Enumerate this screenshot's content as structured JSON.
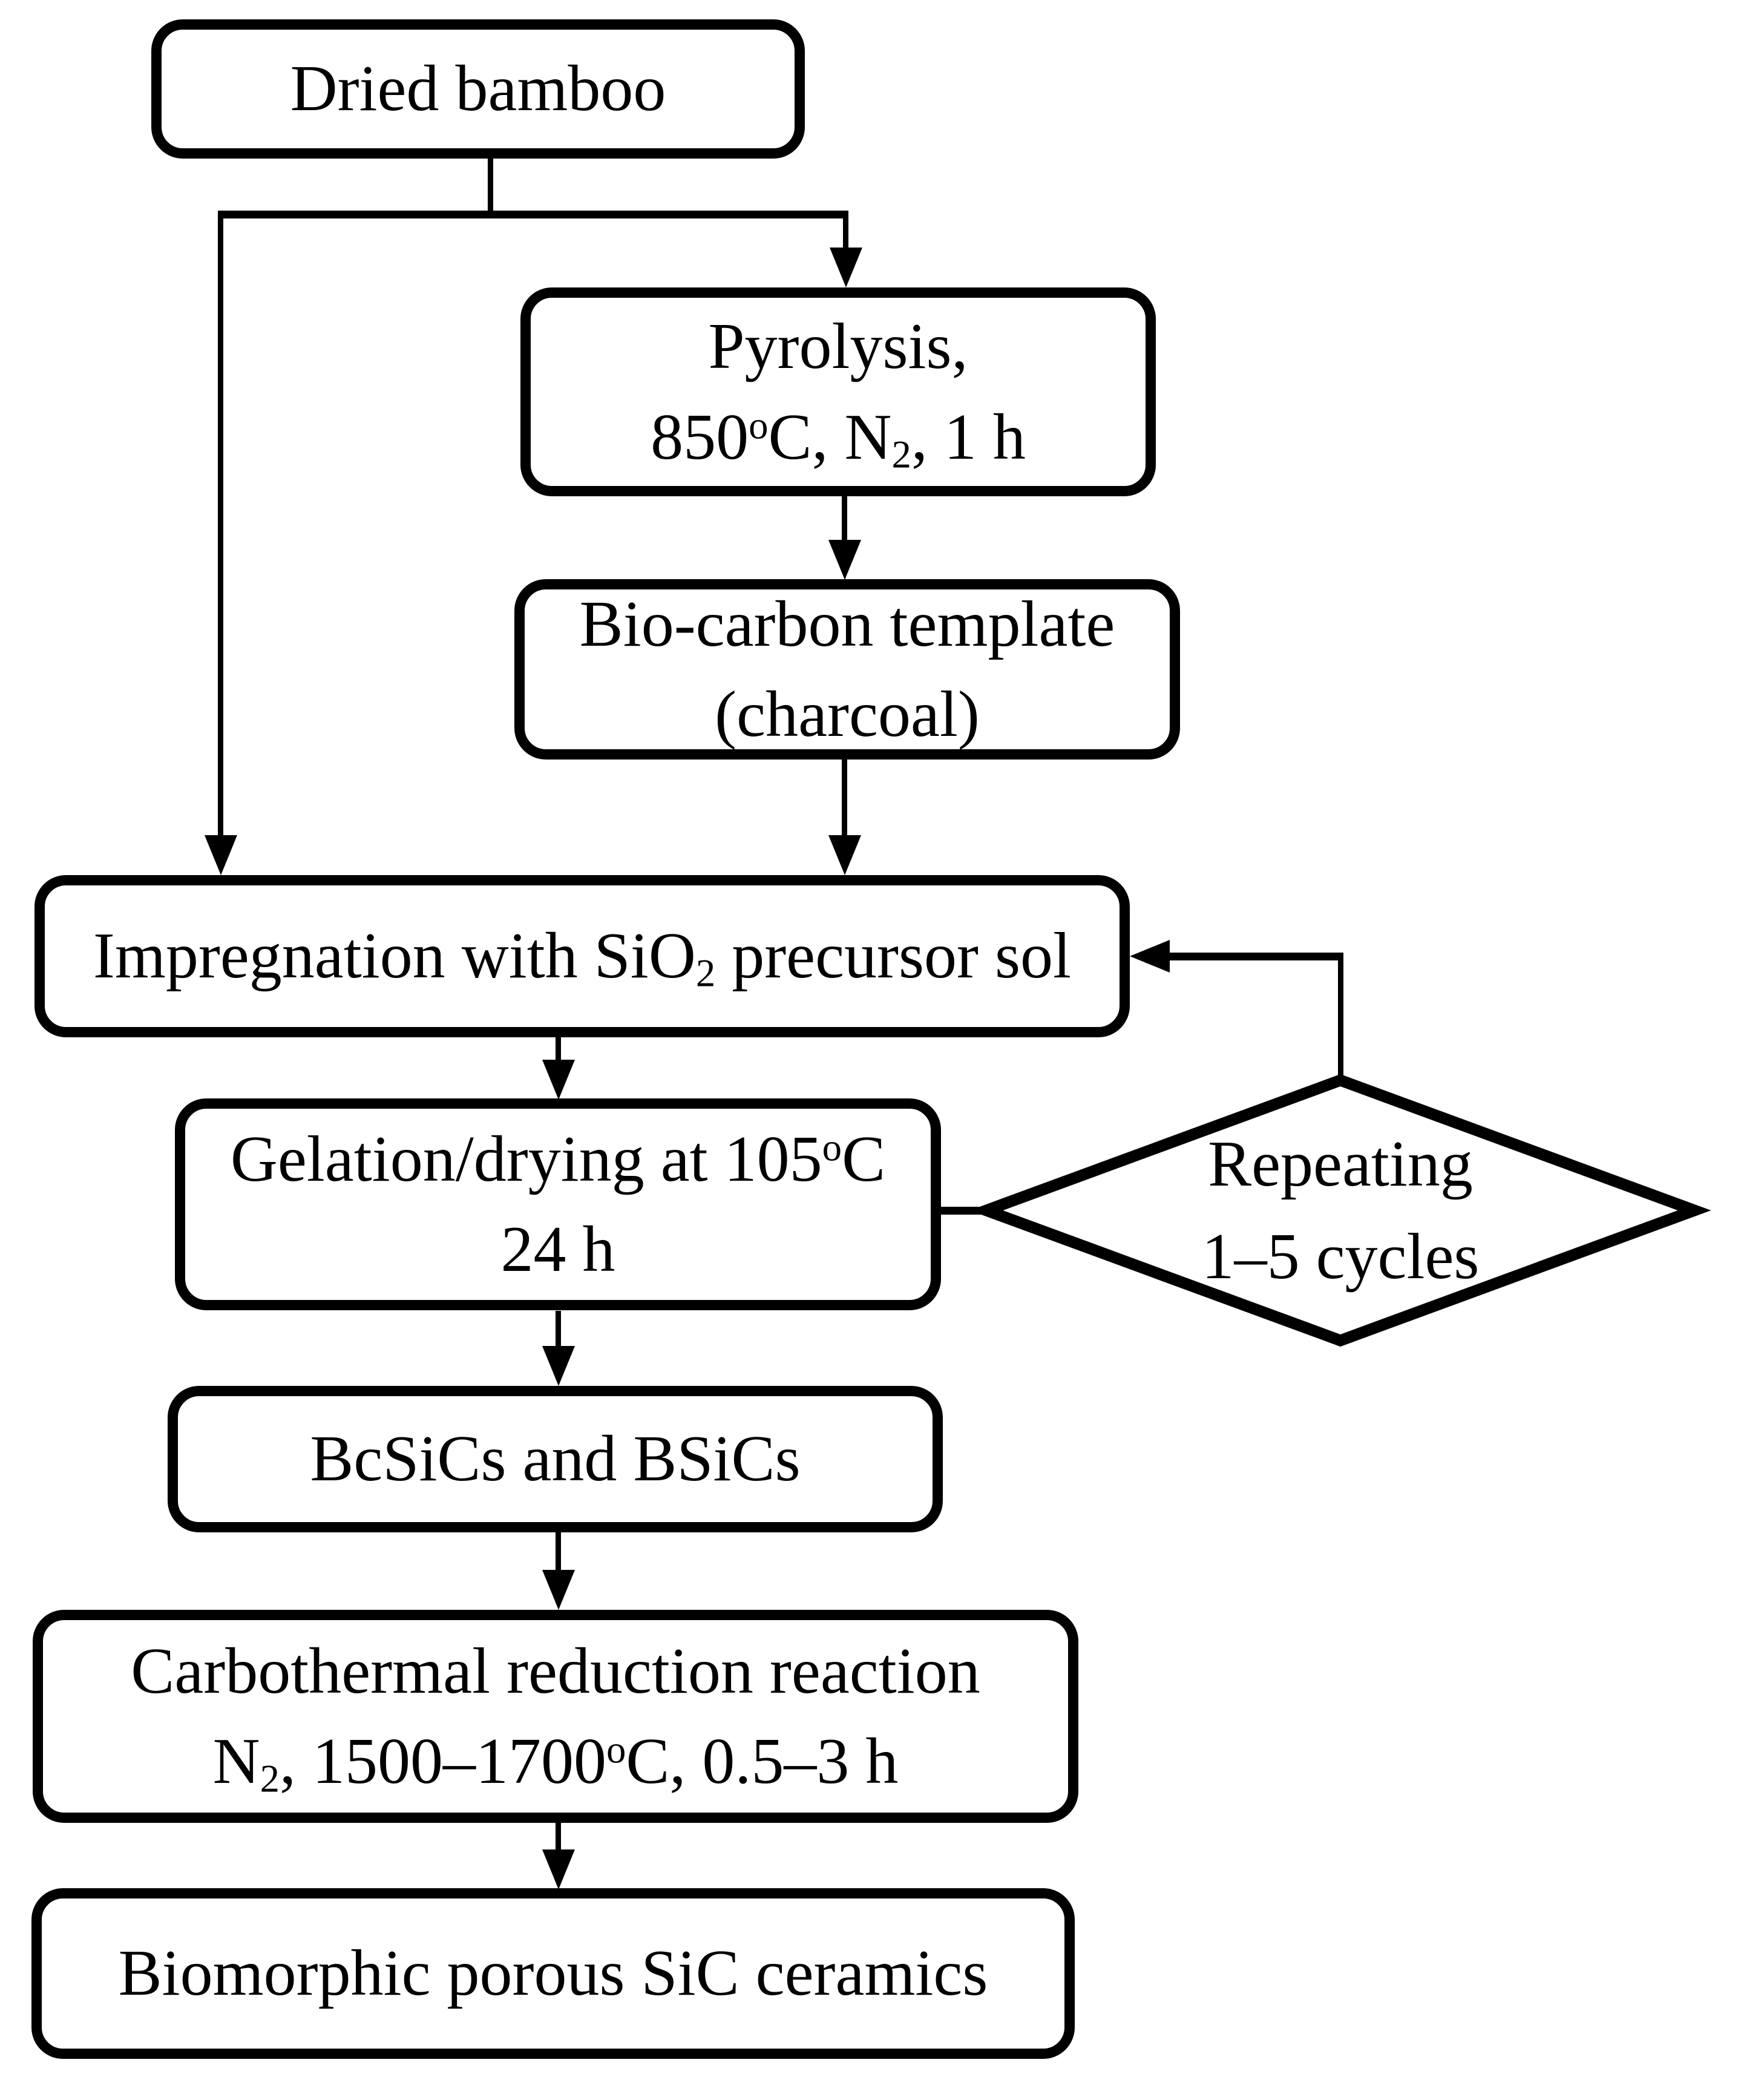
{
  "colors": {
    "background": "#ffffff",
    "line": "#000000",
    "text": "#000000"
  },
  "nodes": {
    "dried_bamboo": {
      "label": "Dried bamboo"
    },
    "pyrolysis": {
      "line1": "Pyrolysis,",
      "l2a": "850",
      "l2sup": "o",
      "l2b": "C, N",
      "l2sub": "2",
      "l2c": ", 1 h"
    },
    "bio_carbon": {
      "line1": "Bio-carbon template",
      "line2": "(charcoal)"
    },
    "impregnation": {
      "a": "Impregnation with SiO",
      "sub": "2",
      "b": " precursor sol"
    },
    "gelation": {
      "a": "Gelation/drying at 105",
      "sup": "o",
      "b": "C",
      "line2": "24 h"
    },
    "repeating": {
      "line1": "Repeating",
      "line2": "1–5 cycles"
    },
    "bcsics": {
      "label": "BcSiCs and BSiCs"
    },
    "carbothermal": {
      "line1": "Carbothermal reduction reaction",
      "l2a": "N",
      "l2sub": "2",
      "l2b": ", 1500–1700",
      "l2sup": "o",
      "l2c": "C, 0.5–3 h"
    },
    "biomorphic": {
      "label": "Biomorphic porous SiC ceramics"
    }
  }
}
